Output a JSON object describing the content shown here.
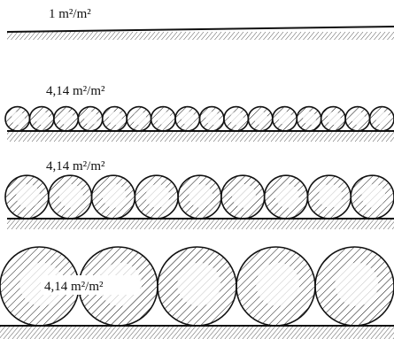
{
  "panels": [
    {
      "label": "1 m²/m²",
      "circle_count": 0
    },
    {
      "label": "4,14 m²/m²",
      "circle_count": 16
    },
    {
      "label": "4,14 m²/m²",
      "circle_count": 9
    },
    {
      "label": "4,14 m²/m²",
      "circle_count": 5
    }
  ],
  "colors": {
    "ink": "#111111",
    "background": "#ffffff"
  }
}
